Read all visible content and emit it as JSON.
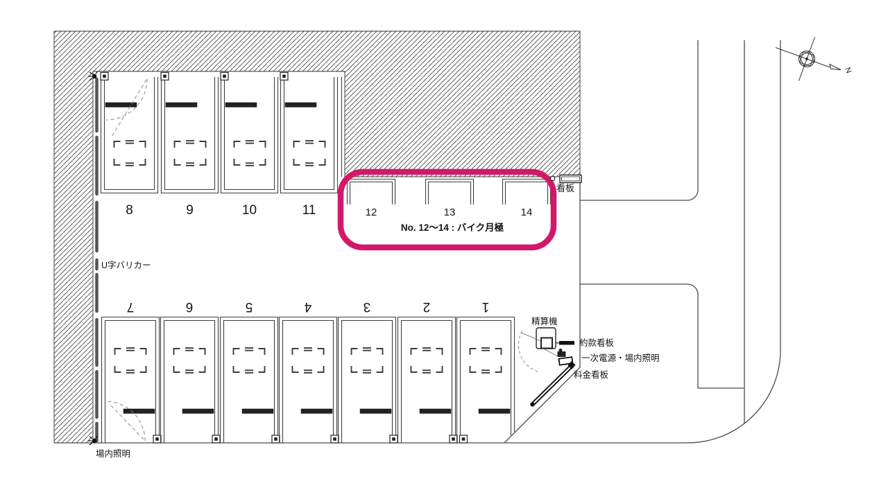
{
  "plan_title": "parking-lot-site-plan",
  "stalls": {
    "top": [
      "8",
      "9",
      "10",
      "11"
    ],
    "bottom": [
      "7",
      "6",
      "5",
      "4",
      "3",
      "2",
      "1"
    ],
    "bike": [
      "12",
      "13",
      "14"
    ]
  },
  "highlight": {
    "caption": "No. 12〜14 : バイク月極",
    "color": "#d2186b"
  },
  "labels": {
    "u_barrier": "U字バリカー",
    "site_lighting": "場内照明",
    "signboard": "看板",
    "payment_machine": "精算機",
    "terms_signboard": "約款看板",
    "primary_power": "一次電源・場内照明",
    "fee_signboard": "料金看板",
    "north": "N"
  },
  "colors": {
    "line": "#3d3d3d",
    "hatch": "#3a3a3a",
    "barrier": "#555555",
    "ink": "#141414"
  }
}
